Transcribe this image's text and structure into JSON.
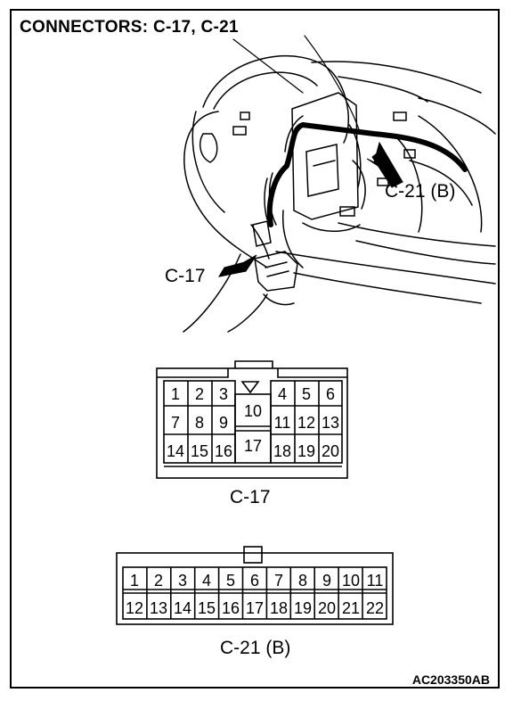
{
  "title": "CONNECTORS: C-17, C-21",
  "callouts": {
    "c21": "C-21 (B)",
    "c17": "C-17"
  },
  "connector_c17": {
    "caption": "C-17",
    "rows": [
      [
        "1",
        "2",
        "3",
        "4",
        "5",
        "6"
      ],
      [
        "7",
        "8",
        "9",
        "11",
        "12",
        "13"
      ],
      [
        "14",
        "15",
        "16",
        "18",
        "19",
        "20"
      ]
    ],
    "center_pins": [
      "10",
      "17"
    ]
  },
  "connector_c21": {
    "caption": "C-21 (B)",
    "row1": [
      "1",
      "2",
      "3",
      "4",
      "5",
      "6",
      "7",
      "8",
      "9",
      "10",
      "11"
    ],
    "row2": [
      "12",
      "13",
      "14",
      "15",
      "16",
      "17",
      "18",
      "19",
      "20",
      "21",
      "22"
    ]
  },
  "figure_code": "AC203350AB"
}
